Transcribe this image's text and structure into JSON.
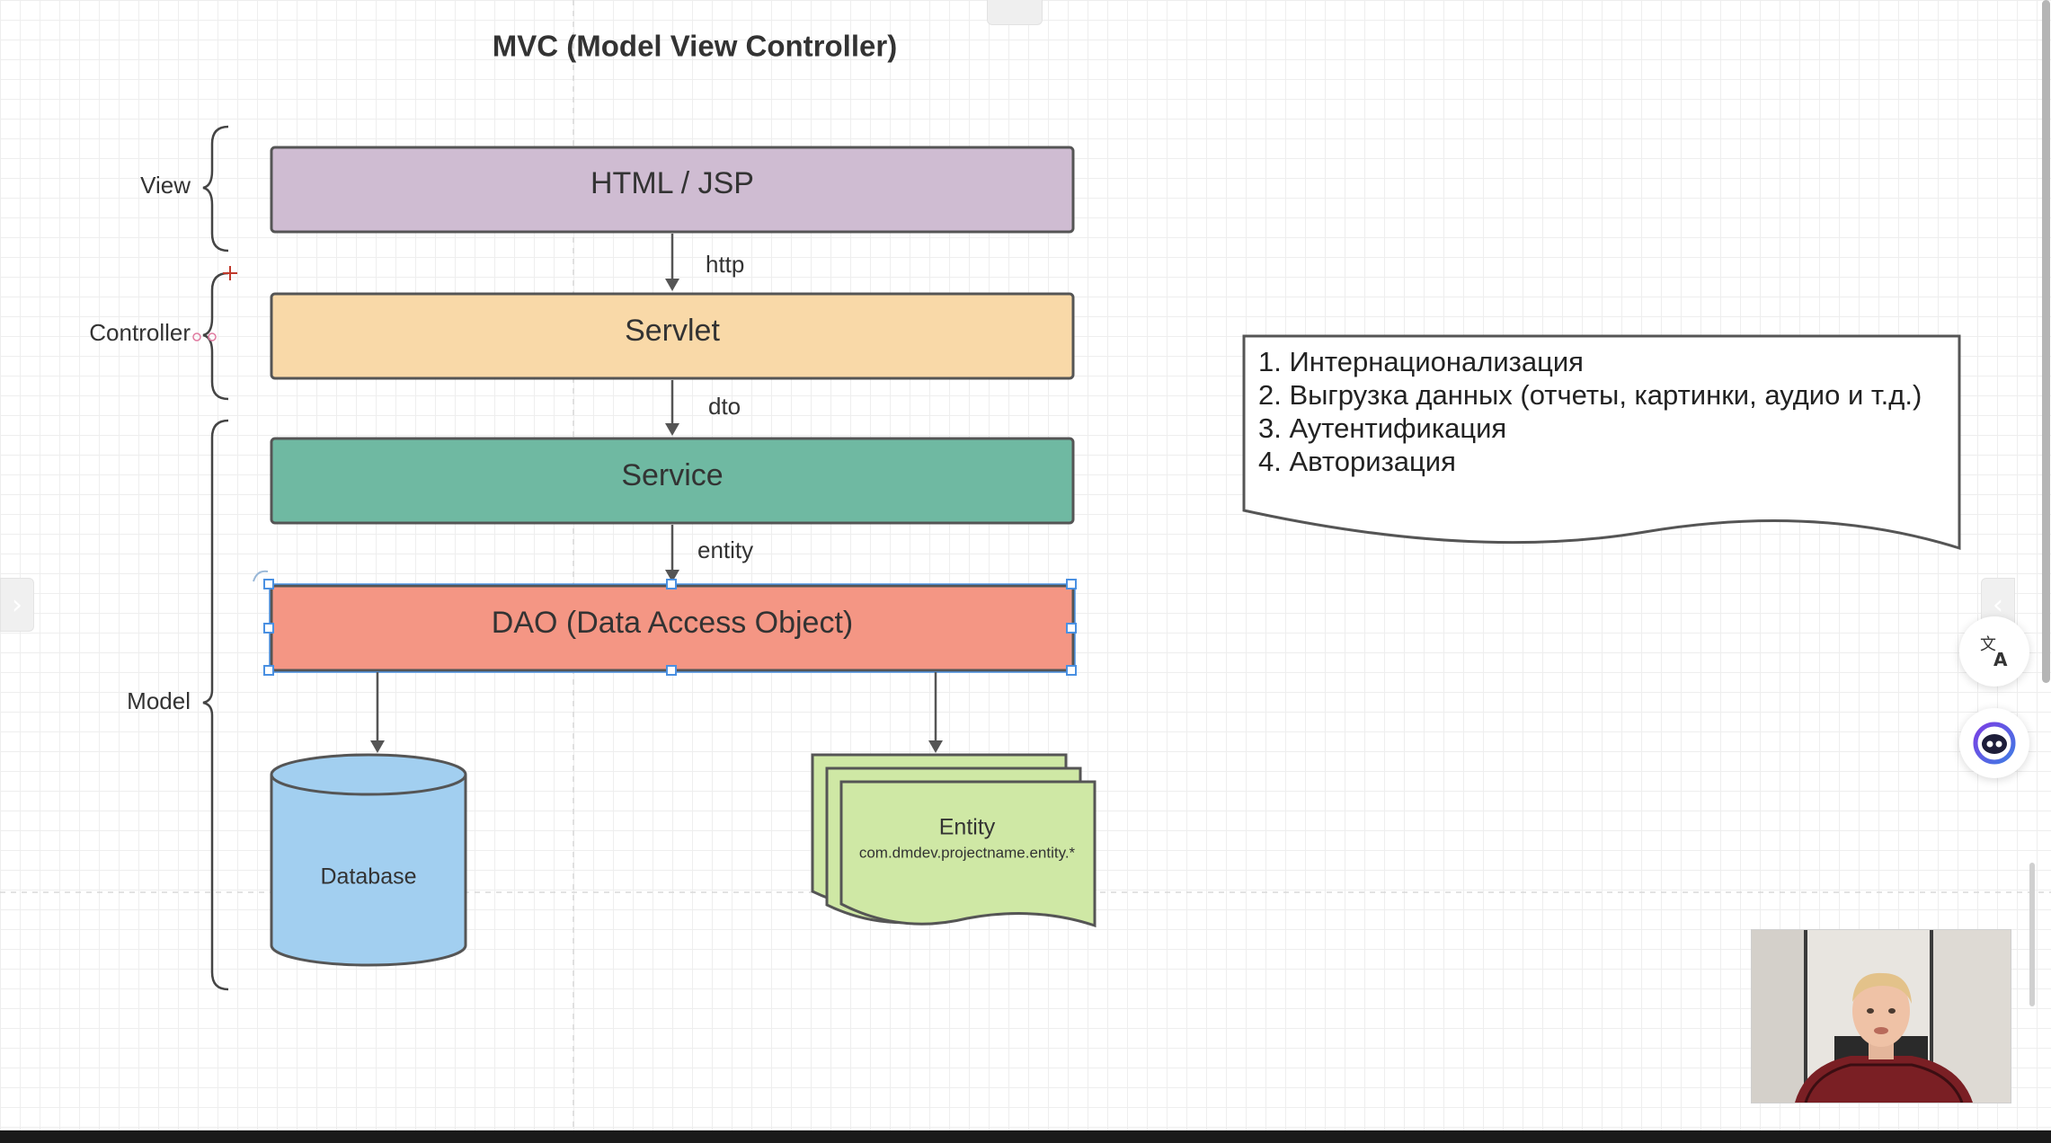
{
  "diagram": {
    "title": "MVC (Model View Controller)",
    "layers": {
      "view": "View",
      "controller": "Controller",
      "model": "Model"
    },
    "boxes": {
      "html": "HTML / JSP",
      "servlet": "Servlet",
      "service": "Service",
      "dao": "DAO (Data Access Object)",
      "database": "Database",
      "entity": "Entity",
      "entity_package": "com.dmdev.projectname.entity.*"
    },
    "edges": {
      "html_to_servlet": "http",
      "servlet_to_service": "dto",
      "service_to_dao": "entity"
    },
    "note": {
      "items": [
        "1. Интернационализация",
        "2. Выгрузка данных (отчеты, картинки, аудио и т.д.)",
        "3. Аутентификация",
        "4. Авторизация"
      ]
    },
    "colors": {
      "html": "#CFBCD2",
      "servlet": "#F9D9A8",
      "service": "#6FB9A2",
      "dao": "#F49684",
      "database": "#A2CFF0",
      "entity": "#CFE8A5",
      "stroke": "#555555",
      "selection": "#4A90E2"
    }
  },
  "widgets": {
    "translate_icon": "translate-icon",
    "assistant_icon": "assistant-icon",
    "left_tab_icon": "chevron-right-icon",
    "right_tab_icon": "chevron-left-icon"
  }
}
